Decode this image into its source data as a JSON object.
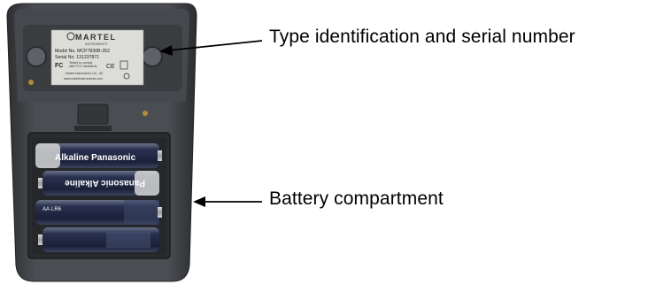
{
  "callouts": {
    "type_id": "Type identification and serial number",
    "battery": "Battery compartment"
  },
  "device_label": {
    "brand": "MARTEL",
    "sub": "INSTRUMENTS",
    "model_line": "Model No. MCP7830B-352",
    "serial_line": "Serial No.  131237871",
    "fcc_note_1": "Tested to comply",
    "fcc_note_2": "with FCC Standards",
    "maker": "Martel Instruments Ltd., UK",
    "url": "www.martelinstruments.com",
    "fc": "FC",
    "ce": "CE"
  },
  "batteries": [
    {
      "label": "Alkaline Panasonic",
      "orientation": "upright"
    },
    {
      "label": "Panasonic Alkaline",
      "orientation": "inverted"
    },
    {
      "label": "AA·LR6",
      "orientation": "upright"
    },
    {
      "label": "",
      "orientation": "inverted"
    }
  ],
  "colors": {
    "housing": "#3d3f42",
    "housing_light": "#55585c",
    "battery_body": "#1c2340",
    "label_bg": "#d9d9d6"
  }
}
